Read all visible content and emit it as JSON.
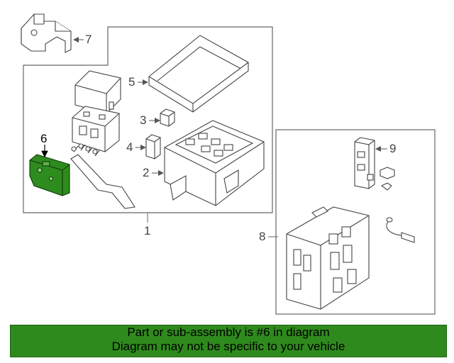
{
  "diagram": {
    "callouts": [
      "1",
      "2",
      "3",
      "4",
      "5",
      "6",
      "7",
      "8",
      "9"
    ],
    "highlight_color": "#2e8b1e"
  },
  "banner": {
    "line1": "Part or sub-assembly is #6 in diagram",
    "line2": "Diagram may not be specific to your vehicle",
    "background": "#2f8a1d"
  }
}
